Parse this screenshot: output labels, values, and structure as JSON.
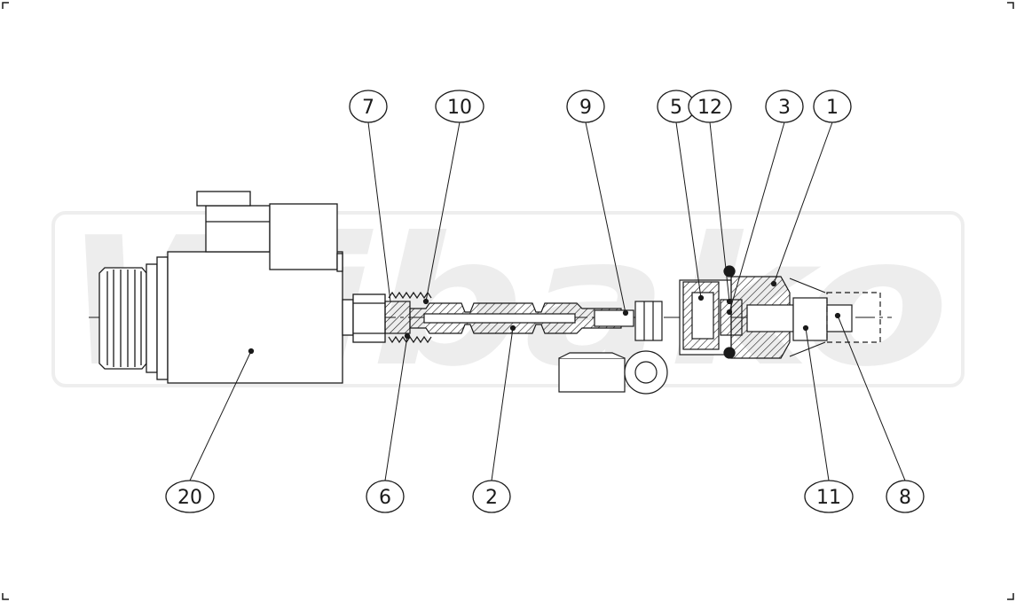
{
  "watermark": "Wibako",
  "line_color": "#1a1a1a",
  "hatch_color": "#1a1a1a",
  "watermark_color": "#e9e9e9",
  "balloons": [
    {
      "id": "b7",
      "label": "7"
    },
    {
      "id": "b10",
      "label": "10"
    },
    {
      "id": "b9",
      "label": "9"
    },
    {
      "id": "b5",
      "label": "5"
    },
    {
      "id": "b12",
      "label": "12"
    },
    {
      "id": "b3",
      "label": "3"
    },
    {
      "id": "b1",
      "label": "1"
    },
    {
      "id": "b20",
      "label": "20"
    },
    {
      "id": "b6",
      "label": "6"
    },
    {
      "id": "b2",
      "label": "2"
    },
    {
      "id": "b11",
      "label": "11"
    },
    {
      "id": "b8",
      "label": "8"
    }
  ]
}
